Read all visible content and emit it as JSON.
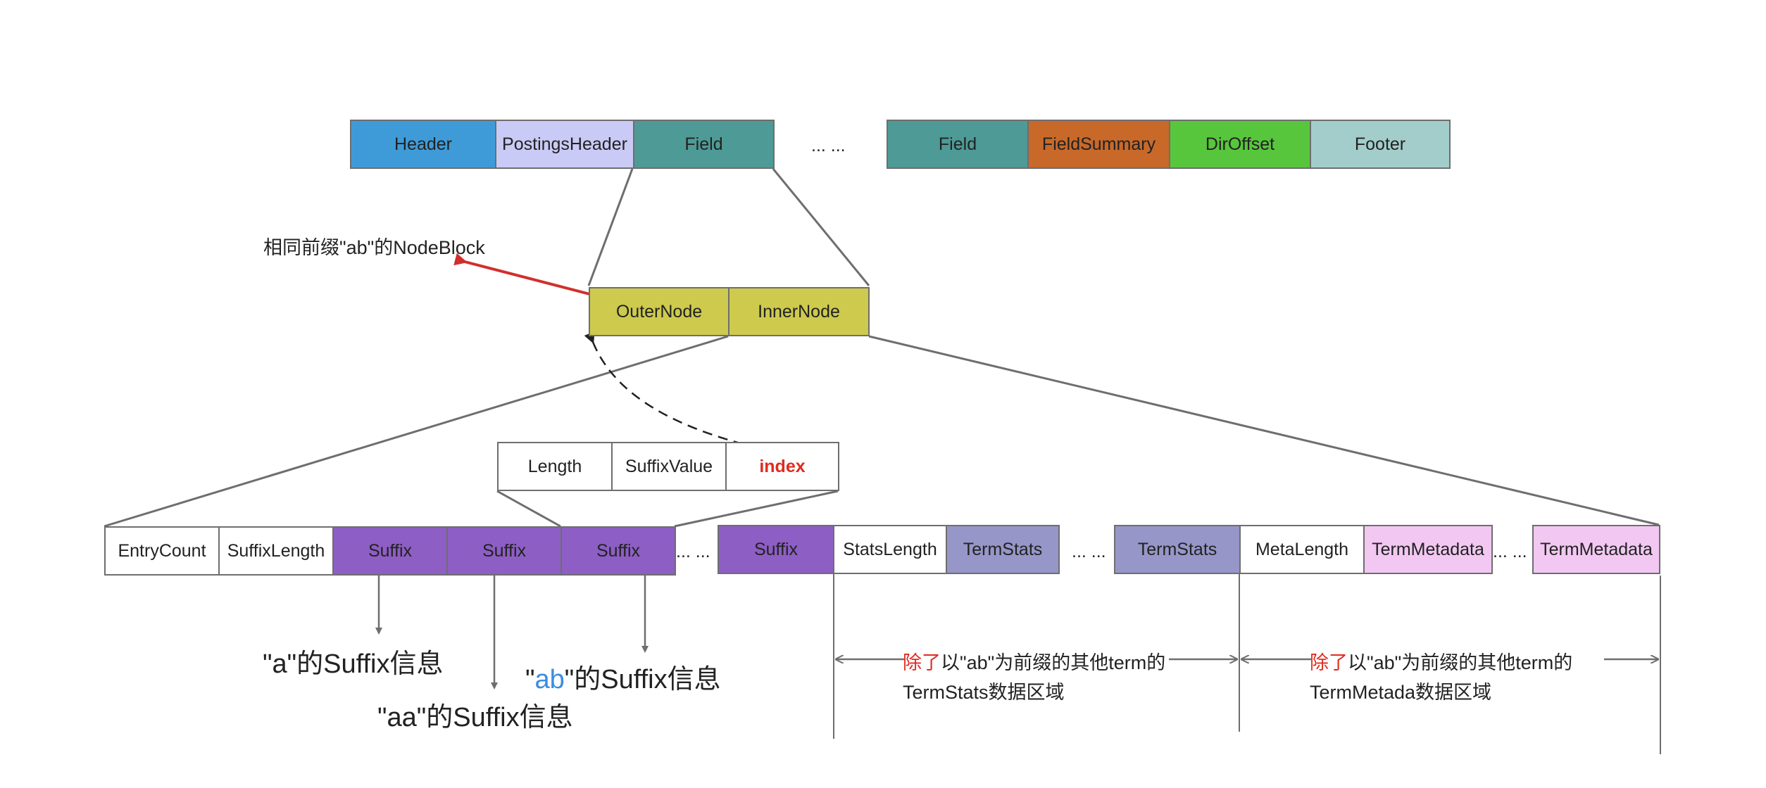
{
  "top_row": {
    "header": "Header",
    "postings_header": "PostingsHeader",
    "field_1": "Field",
    "ellipsis": "... ...",
    "field_2": "Field",
    "field_summary": "FieldSummary",
    "dir_offset": "DirOffset",
    "footer": "Footer"
  },
  "node_row": {
    "outer_node": "OuterNode",
    "inner_node": "InnerNode",
    "callout": "相同前缀\"ab\"的NodeBlock"
  },
  "suffix_detail": {
    "length": "Length",
    "suffix_value": "SuffixValue",
    "index": "index"
  },
  "bottom_row": {
    "entry_count": "EntryCount",
    "suffix_length": "SuffixLength",
    "suffix_1": "Suffix",
    "suffix_2": "Suffix",
    "suffix_3": "Suffix",
    "ellipsis_1": "... ...",
    "suffix_4": "Suffix",
    "stats_length": "StatsLength",
    "term_stats_1": "TermStats",
    "ellipsis_2": "... ...",
    "term_stats_2": "TermStats",
    "meta_length": "MetaLength",
    "term_metadata_1": "TermMetadata",
    "ellipsis_3": "... ...",
    "term_metadata_2": "TermMetadata"
  },
  "annotations": {
    "a_suffix": "\"a\"的Suffix信息",
    "aa_suffix": "\"aa\"的Suffix信息",
    "ab_quote_open": "\"",
    "ab_highlight": "ab",
    "ab_rest": "\"的Suffix信息",
    "stats_red": "除了",
    "stats_line1_rest": "以\"ab\"为前缀的其他term的",
    "stats_line2": "TermStats数据区域",
    "meta_red": "除了",
    "meta_line1_rest": "以\"ab\"为前缀的其他term的",
    "meta_line2": "TermMetada数据区域"
  },
  "colors": {
    "header": "#3f9bd8",
    "postings_header": "#cacaf6",
    "field": "#4e9a96",
    "field_summary": "#c8692a",
    "dir_offset": "#58c63c",
    "footer": "#a3cdca",
    "node": "#cdca4e",
    "suffix": "#8d5ec4",
    "term_stats": "#9696c8",
    "term_metadata": "#f2c8f2",
    "arrow_red": "#d0302c",
    "text_red": "#e02b20",
    "text_blue": "#3b8de0"
  }
}
